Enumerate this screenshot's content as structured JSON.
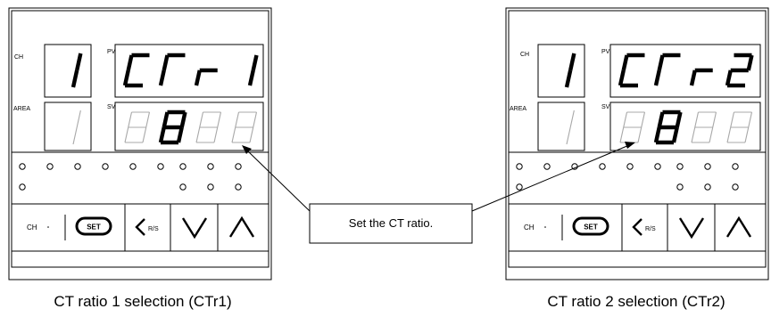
{
  "panels": [
    {
      "ch_label": "CH",
      "pv_label": "PV",
      "area_label": "AREA",
      "sv_label": "SV",
      "ch_digit": "1",
      "area_digit": "1",
      "pv_text": [
        "C",
        "T",
        "r",
        "1"
      ],
      "sv_text": [
        "0",
        "8",
        "0",
        "0"
      ],
      "keys": {
        "ch": "CH",
        "set": "SET",
        "rs": "R/S",
        "down": "down-arrow-icon",
        "up": "up-arrow-icon"
      },
      "caption": "CT ratio 1 selection (CTr1)"
    },
    {
      "ch_label": "CH",
      "pv_label": "PV",
      "area_label": "AREA",
      "sv_label": "SV",
      "ch_digit": "1",
      "area_digit": "1",
      "pv_text": [
        "C",
        "T",
        "r",
        "2"
      ],
      "sv_text": [
        "0",
        "8",
        "0",
        "0"
      ],
      "keys": {
        "ch": "CH",
        "set": "SET",
        "rs": "R/S",
        "down": "down-arrow-icon",
        "up": "up-arrow-icon"
      },
      "caption": "CT ratio 2 selection (CTr2)"
    }
  ],
  "callout": "Set the CT ratio."
}
